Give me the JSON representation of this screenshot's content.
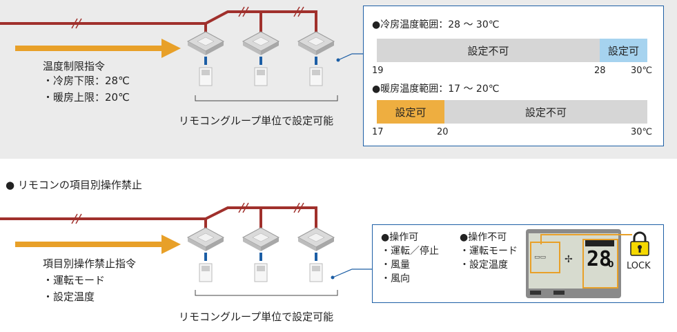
{
  "section1": {
    "command_title": "温度制限指令",
    "command_items": [
      "・冷房下限：28℃",
      "・暖房上限：20℃"
    ],
    "group_label": "リモコングループ単位で設定可能",
    "cooling": {
      "title": "●冷房温度範囲：28 〜 30℃",
      "disabled_label": "設定不可",
      "enabled_label": "設定可",
      "ticks": [
        "19",
        "28",
        "30℃"
      ],
      "range": [
        19,
        30
      ],
      "allowed": [
        28,
        30
      ]
    },
    "heating": {
      "title": "●暖房温度範囲：17 〜 20℃",
      "enabled_label": "設定可",
      "disabled_label": "設定不可",
      "ticks": [
        "17",
        "20",
        "30℃"
      ],
      "range": [
        17,
        30
      ],
      "allowed": [
        17,
        20
      ]
    }
  },
  "section2": {
    "heading": "● リモコンの項目別操作禁止",
    "command_title": "項目別操作禁止指令",
    "command_items": [
      "・運転モード",
      "・設定温度"
    ],
    "group_label": "リモコングループ単位で設定可能",
    "allowed_title": "●操作可",
    "allowed_items": [
      "・運転／停止",
      "・風量",
      "・風向"
    ],
    "forbidden_title": "●操作不可",
    "forbidden_items": [
      "・運転モード",
      "・設定温度"
    ],
    "lock_label": "LOCK",
    "display_temp": "28",
    "display_temp_decimal": "0"
  },
  "colors": {
    "pipe": "#a0302c",
    "arrow": "#e8a028",
    "frame": "#1c5ea5",
    "enabled_cool": "#a6d3ef",
    "enabled_heat": "#eeae40",
    "disabled": "#d6d6d6"
  }
}
